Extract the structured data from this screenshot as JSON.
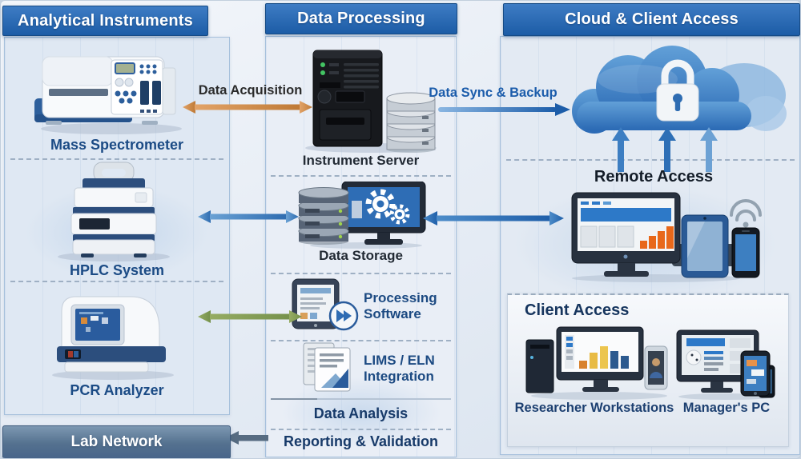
{
  "columns": [
    {
      "title": "Analytical Instruments"
    },
    {
      "title": "Data Processing"
    },
    {
      "title": "Cloud & Client Access"
    }
  ],
  "instruments": {
    "mass_spec": "Mass Spectrometer",
    "hplc": "HPLC System",
    "pcr": "PCR Analyzer"
  },
  "processing": {
    "server": "Instrument Server",
    "storage": "Data Storage",
    "software": "Processing Software",
    "lims": "LIMS / ELN Integration",
    "analysis": "Data Analysis",
    "reporting": "Reporting & Validation"
  },
  "cloud": {
    "remote_access": "Remote Access",
    "client_access_title": "Client Access",
    "researcher": "Researcher Workstations",
    "manager": "Manager's PC"
  },
  "arrows": {
    "acquisition": "Data Acquisition",
    "sync": "Data Sync & Backup"
  },
  "lab_network": "Lab Network",
  "colors": {
    "header_blue": "#1c5ca6",
    "arrow_blue": "#2e6cb0",
    "arrow_orange": "#c98a4b",
    "arrow_green": "#7f9b52",
    "lab_bar": "#54718f",
    "label_navy": "#1b4b85"
  }
}
